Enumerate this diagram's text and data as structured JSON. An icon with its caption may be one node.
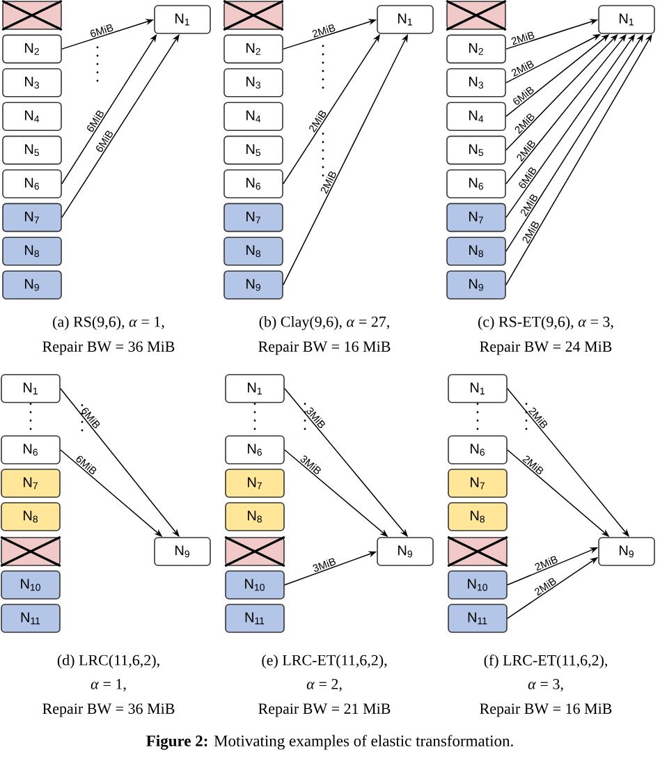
{
  "diagram": {
    "caption": "**Figure 2:** Motivating examples of elastic transformation.",
    "nodes": [
      {
        "text": [],
        "shape": "box"
      },
      {
        "text": [
          "N$_{2}$"
        ]
      },
      {
        "text": [
          "N$_{3}$"
        ]
      },
      {
        "text": [
          "N$_{4}$"
        ]
      },
      {
        "text": [
          "N$_{5}$"
        ]
      },
      {
        "text": [
          "N$_{6}$"
        ]
      },
      {
        "text": [
          "N$_{7}$"
        ]
      },
      {
        "text": [
          "N$_{8}$"
        ]
      },
      {
        "text": [
          "N$_{9}$"
        ]
      },
      {
        "text": [
          "N$_{1}$"
        ]
      },
      {
        "text": [],
        "shape": "box"
      },
      {
        "text": [
          "N$_{2}$"
        ]
      },
      {
        "text": [
          "N$_{3}$"
        ]
      },
      {
        "text": [
          "N$_{4}$"
        ]
      },
      {
        "text": [
          "N$_{5}$"
        ]
      },
      {
        "text": [
          "N$_{6}$"
        ]
      },
      {
        "text": [
          "N$_{7}$"
        ]
      },
      {
        "text": [
          "N$_{8}$"
        ]
      },
      {
        "text": [
          "N$_{9}$"
        ]
      },
      {
        "text": [
          "N$_{1}$"
        ]
      },
      {
        "text": [],
        "shape": "box"
      },
      {
        "text": [
          "N$_{2}$"
        ]
      },
      {
        "text": [
          "N$_{3}$"
        ]
      },
      {
        "text": [
          "N$_{4}$"
        ]
      },
      {
        "text": [
          "N$_{5}$"
        ]
      },
      {
        "text": [
          "N$_{6}$"
        ]
      },
      {
        "text": [
          "N$_{7}$"
        ]
      },
      {
        "text": [
          "N$_{8}$"
        ]
      },
      {
        "text": [
          "N$_{9}$"
        ]
      },
      {
        "text": [
          "N$_{1}$"
        ]
      },
      {
        "text": [
          "N$_{1}$"
        ]
      },
      {
        "text": [
          "N$_{6}$"
        ]
      },
      {
        "text": [
          "N$_{7}$"
        ]
      },
      {
        "text": [
          "N$_{8}$"
        ]
      },
      {
        "text": [],
        "shape": "box"
      },
      {
        "text": [
          "N$_{10}$"
        ]
      },
      {
        "text": [
          "N$_{11}$"
        ]
      },
      {
        "text": [
          "N$_{9}$"
        ]
      },
      {
        "text": [
          "N$_{1}$"
        ]
      },
      {
        "text": [
          "N$_{6}$"
        ]
      },
      {
        "text": [
          "N$_{7}$"
        ]
      },
      {
        "text": [
          "N$_{8}$"
        ]
      },
      {
        "text": [],
        "shape": "box"
      },
      {
        "text": [
          "N$_{10}$"
        ]
      },
      {
        "text": [
          "N$_{11}$"
        ]
      },
      {
        "text": [
          "N$_{9}$"
        ]
      },
      {
        "text": [
          "N$_{1}$"
        ]
      },
      {
        "text": [
          "N$_{6}$"
        ]
      },
      {
        "text": [
          "N$_{7}$"
        ]
      },
      {
        "text": [
          "N$_{8}$"
        ]
      },
      {
        "text": [],
        "shape": "box"
      },
      {
        "text": [
          "N$_{10}$"
        ]
      },
      {
        "text": [
          "N$_{11}$"
        ]
      },
      {
        "text": [
          "N$_{9}$"
        ]
      }
    ],
    "edges": [
      {
        "from": 1,
        "to": 9,
        "arrow": "to",
        "label": "6MiB"
      },
      {
        "from": 5,
        "to": 9,
        "arrow": "to",
        "label": "6MiB"
      },
      {
        "from": 6,
        "to": 9,
        "arrow": "to",
        "label": "6MiB"
      },
      {
        "from": 11,
        "to": 19,
        "arrow": "to",
        "label": "2MiB"
      },
      {
        "from": 15,
        "to": 19,
        "arrow": "to",
        "label": "2MiB"
      },
      {
        "from": 18,
        "to": 19,
        "arrow": "to",
        "label": "2MiB"
      },
      {
        "from": 21,
        "to": 29,
        "arrow": "to",
        "label": "2MiB"
      },
      {
        "from": 22,
        "to": 29,
        "arrow": "to",
        "label": "2MiB"
      },
      {
        "from": 23,
        "to": 29,
        "arrow": "to",
        "label": "6MiB"
      },
      {
        "from": 24,
        "to": 29,
        "arrow": "to",
        "label": "2MiB"
      },
      {
        "from": 25,
        "to": 29,
        "arrow": "to",
        "label": "2MiB"
      },
      {
        "from": 26,
        "to": 29,
        "arrow": "to",
        "label": "6MiB"
      },
      {
        "from": 27,
        "to": 29,
        "arrow": "to",
        "label": "2MiB"
      },
      {
        "from": 28,
        "to": 29,
        "arrow": "to",
        "label": "2MiB"
      },
      {
        "from": 30,
        "to": 37,
        "arrow": "to",
        "label": "6MiB"
      },
      {
        "from": 31,
        "to": 37,
        "arrow": "to",
        "label": "6MiB"
      },
      {
        "from": 38,
        "to": 45,
        "arrow": "to",
        "label": "3MiB"
      },
      {
        "from": 39,
        "to": 45,
        "arrow": "to",
        "label": "3MiB"
      },
      {
        "from": 43,
        "to": 45,
        "arrow": "to",
        "label": "3MiB"
      },
      {
        "from": 46,
        "to": 53,
        "arrow": "to",
        "label": "2MiB"
      },
      {
        "from": 47,
        "to": 53,
        "arrow": "to",
        "label": "2MiB"
      },
      {
        "from": 51,
        "to": 53,
        "arrow": "to",
        "label": "2MiB"
      },
      {
        "from": 52,
        "to": 53,
        "arrow": "to",
        "label": "2MiB"
      }
    ],
    "labels": [
      "(a) RS(9,6), *α* = 1,",
      "Repair BW = 36 MiB",
      "(b) Clay(9,6), *α* = 27,",
      "Repair BW = 16 MiB",
      "(c) RS-ET(9,6), *α* = 3,",
      "Repair BW = 24 MiB",
      "(d) LRC(11,6,2),",
      "*α* = 1,",
      "Repair BW = 36 MiB",
      "(e) LRC-ET(11,6,2),",
      "*α* = 2,",
      "Repair BW = 21 MiB",
      "(f) LRC-ET(11,6,2),",
      "*α* = 3,",
      "Repair BW = 16 MiB"
    ]
  }
}
